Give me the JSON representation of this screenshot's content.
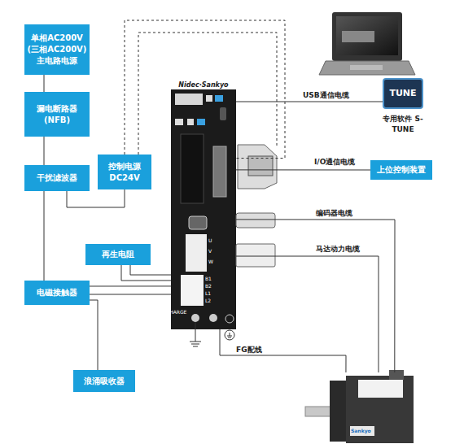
{
  "diagram": {
    "nodes": [
      {
        "text": [
          "单相AC200V (三相AC200V) 主电路电源"
        ]
      },
      {
        "text": [
          "漏电断路器 (NFB)"
        ]
      },
      {
        "text": [
          "干扰滤波器"
        ]
      },
      {
        "text": [
          "控制电源 DC24V"
        ]
      },
      {
        "text": [
          "Nidec·Sankyo"
        ]
      },
      {
        "text": [
          "TUNE",
          "专用软件 S-TUNE"
        ]
      },
      {
        "text": [
          "上位控制装置"
        ]
      },
      {
        "text": [
          "再生电阻"
        ]
      },
      {
        "text": [
          "电磁接触器"
        ]
      },
      {
        "text": [
          "浪涌吸收器"
        ]
      },
      {
        "text": [
          "Sankyo"
        ]
      }
    ],
    "edges": [
      {
        "from": 0,
        "to": 1,
        "arrow": "none"
      },
      {
        "from": 1,
        "to": 2,
        "arrow": "none"
      },
      {
        "from": 2,
        "to": 8,
        "arrow": "none"
      },
      {
        "from": 2,
        "to": 3,
        "arrow": "none"
      },
      {
        "from": 3,
        "to": 4,
        "arrow": "none"
      },
      {
        "from": 8,
        "to": 4,
        "arrow": "none"
      },
      {
        "from": 7,
        "to": 4,
        "arrow": "none"
      },
      {
        "from": 9,
        "to": 8,
        "arrow": "none"
      },
      {
        "from": 4,
        "to": 5,
        "label": "USB通信电缆",
        "arrow": "none"
      },
      {
        "from": 4,
        "to": 6,
        "label": "I/O通信电缆",
        "arrow": "none"
      },
      {
        "from": 4,
        "to": 10,
        "label": "编码器电缆",
        "arrow": "none"
      },
      {
        "from": 4,
        "to": 10,
        "label": "马达动力电缆",
        "arrow": "none"
      },
      {
        "from": 4,
        "to": 10,
        "label": "FG配线",
        "arrow": "none"
      }
    ],
    "labels": [
      "U",
      "V",
      "W",
      "B1",
      "B2",
      "L1",
      "L2",
      "CHARGE"
    ]
  }
}
